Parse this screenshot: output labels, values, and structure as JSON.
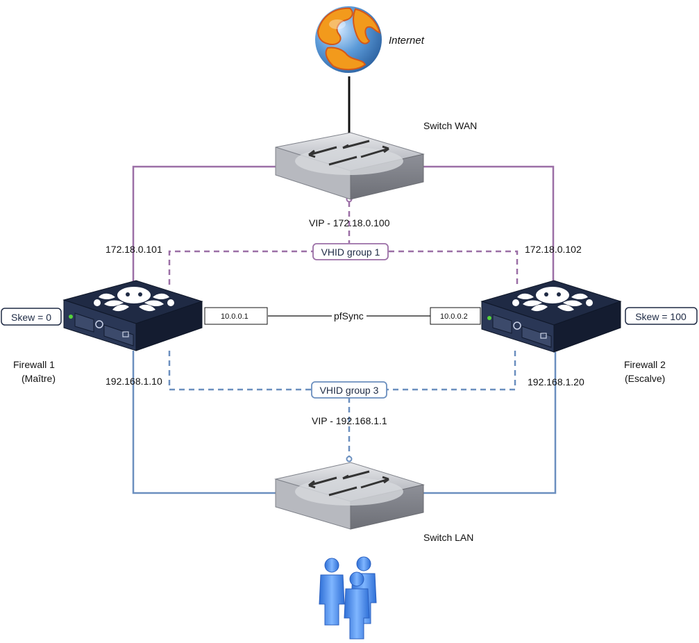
{
  "internet": {
    "label": "Internet"
  },
  "switch_wan": {
    "label": "Switch WAN",
    "vip": "VIP - 172.18.0.100"
  },
  "switch_lan": {
    "label": "Switch LAN",
    "vip": "VIP - 192.168.1.1"
  },
  "vhid": {
    "group1": "VHID group 1",
    "group3": "VHID group 3"
  },
  "firewall1": {
    "name": "Firewall 1",
    "role": "(Maître)",
    "skew": "Skew = 0",
    "wan_ip": "172.18.0.101",
    "lan_ip": "192.168.1.10",
    "sync_ip": "10.0.0.1"
  },
  "firewall2": {
    "name": "Firewall 2",
    "role": "(Escalve)",
    "skew": "Skew = 100",
    "wan_ip": "172.18.0.102",
    "lan_ip": "192.168.1.20",
    "sync_ip": "10.0.0.2"
  },
  "sync": {
    "label": "pfSync"
  },
  "colors": {
    "wan_link": "#9b6fa6",
    "lan_link": "#6b8fbf",
    "device_dark": "#1f2a44",
    "switch_gray": "#a8abb2"
  },
  "icons": {
    "internet": "globe-icon",
    "switch": "network-switch-icon",
    "firewall": "firewall-appliance-icon",
    "users": "users-group-icon"
  }
}
